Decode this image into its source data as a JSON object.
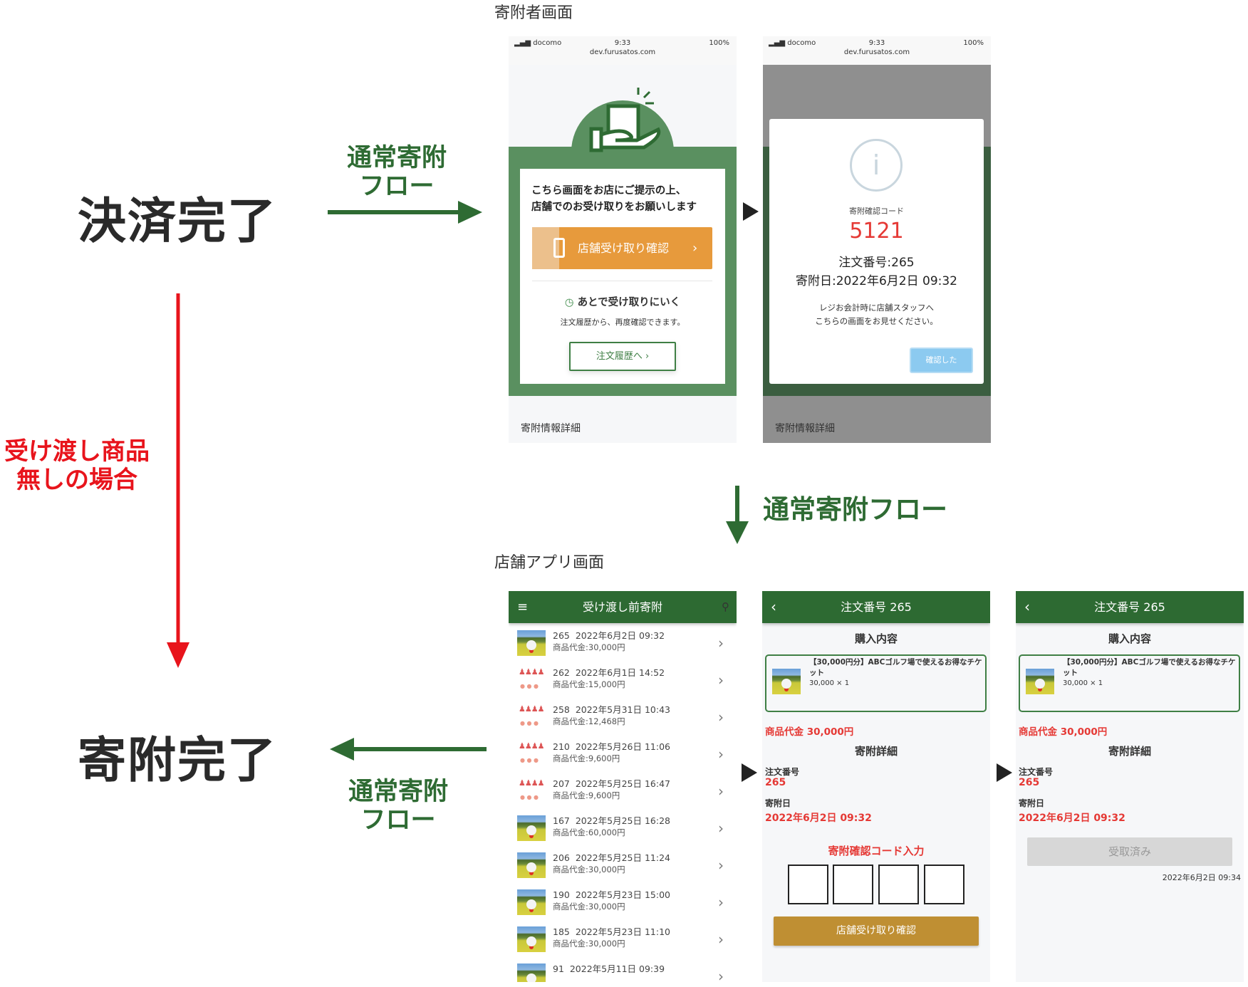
{
  "labels": {
    "donor_screen": "寄附者画面",
    "store_screen": "店舗アプリ画面",
    "payment_done": "決済完了",
    "donation_done": "寄附完了",
    "normal_flow_1a": "通常寄附",
    "normal_flow_1b": "フロー",
    "normal_flow_down": "通常寄附フロー",
    "normal_flow_2a": "通常寄附",
    "normal_flow_2b": "フロー",
    "no_item_a": "受け渡し商品",
    "no_item_b": "無しの場合"
  },
  "colors": {
    "green_arrow": "#2e6b33",
    "red_arrow": "#e8141c",
    "app_header": "#2d6a32",
    "orange": "#e79a3c",
    "gold": "#bf8f33"
  },
  "status": {
    "carrier": "docomo",
    "time": "9:33",
    "battery": "100%",
    "url": "dev.furusatos.com"
  },
  "donor1": {
    "message1": "こちら画面をお店にご提示の上、",
    "message2": "店舗でのお受け取りをお願いします",
    "confirm_button": "店舗受け取り確認",
    "later": "あとで受け取りにいく",
    "later_sub": "注文履歴から、再度確認できます。",
    "history_button": "注文履歴へ",
    "footer": "寄附情報詳細"
  },
  "donor2": {
    "code_label": "寄附確認コード",
    "code": "5121",
    "order": "注文番号:265",
    "date": "寄附日:2022年6月2日 09:32",
    "msg1": "レジお会計時に店舗スタッフへ",
    "msg2": "こちらの画面をお見せください。",
    "confirm_button": "確認した",
    "footer": "寄附情報詳細"
  },
  "list": {
    "title": "受け渡し前寄附",
    "rows": [
      {
        "id": "265",
        "date": "2022年6月2日 09:32",
        "price": "商品代金:30,000円",
        "thumb": "golf"
      },
      {
        "id": "262",
        "date": "2022年6月1日 14:52",
        "price": "商品代金:15,000円",
        "thumb": "illus"
      },
      {
        "id": "258",
        "date": "2022年5月31日 10:43",
        "price": "商品代金:12,468円",
        "thumb": "illus"
      },
      {
        "id": "210",
        "date": "2022年5月26日 11:06",
        "price": "商品代金:9,600円",
        "thumb": "illus"
      },
      {
        "id": "207",
        "date": "2022年5月25日 16:47",
        "price": "商品代金:9,600円",
        "thumb": "illus"
      },
      {
        "id": "167",
        "date": "2022年5月25日 16:28",
        "price": "商品代金:60,000円",
        "thumb": "golf"
      },
      {
        "id": "206",
        "date": "2022年5月25日 11:24",
        "price": "商品代金:30,000円",
        "thumb": "golf"
      },
      {
        "id": "190",
        "date": "2022年5月23日 15:00",
        "price": "商品代金:30,000円",
        "thumb": "golf"
      },
      {
        "id": "185",
        "date": "2022年5月23日 11:10",
        "price": "商品代金:30,000円",
        "thumb": "golf"
      },
      {
        "id": "91",
        "date": "2022年5月11日 09:39",
        "price": "",
        "thumb": "golf"
      }
    ]
  },
  "detail": {
    "title": "注文番号 265",
    "purchase_heading": "購入内容",
    "product_name": "【30,000円分】ABCゴルフ場で使えるお得なチケット",
    "product_qty": "30,000 × 1",
    "price": "商品代金 30,000円",
    "detail_heading": "寄附詳細",
    "order_label": "注文番号",
    "order_value": "265",
    "date_label": "寄附日",
    "date_value": "2022年6月2日 09:32",
    "code_input_label": "寄附確認コード入力",
    "confirm_button": "店舗受け取り確認",
    "received_button": "受取済み",
    "received_time": "2022年6月2日 09:34"
  }
}
